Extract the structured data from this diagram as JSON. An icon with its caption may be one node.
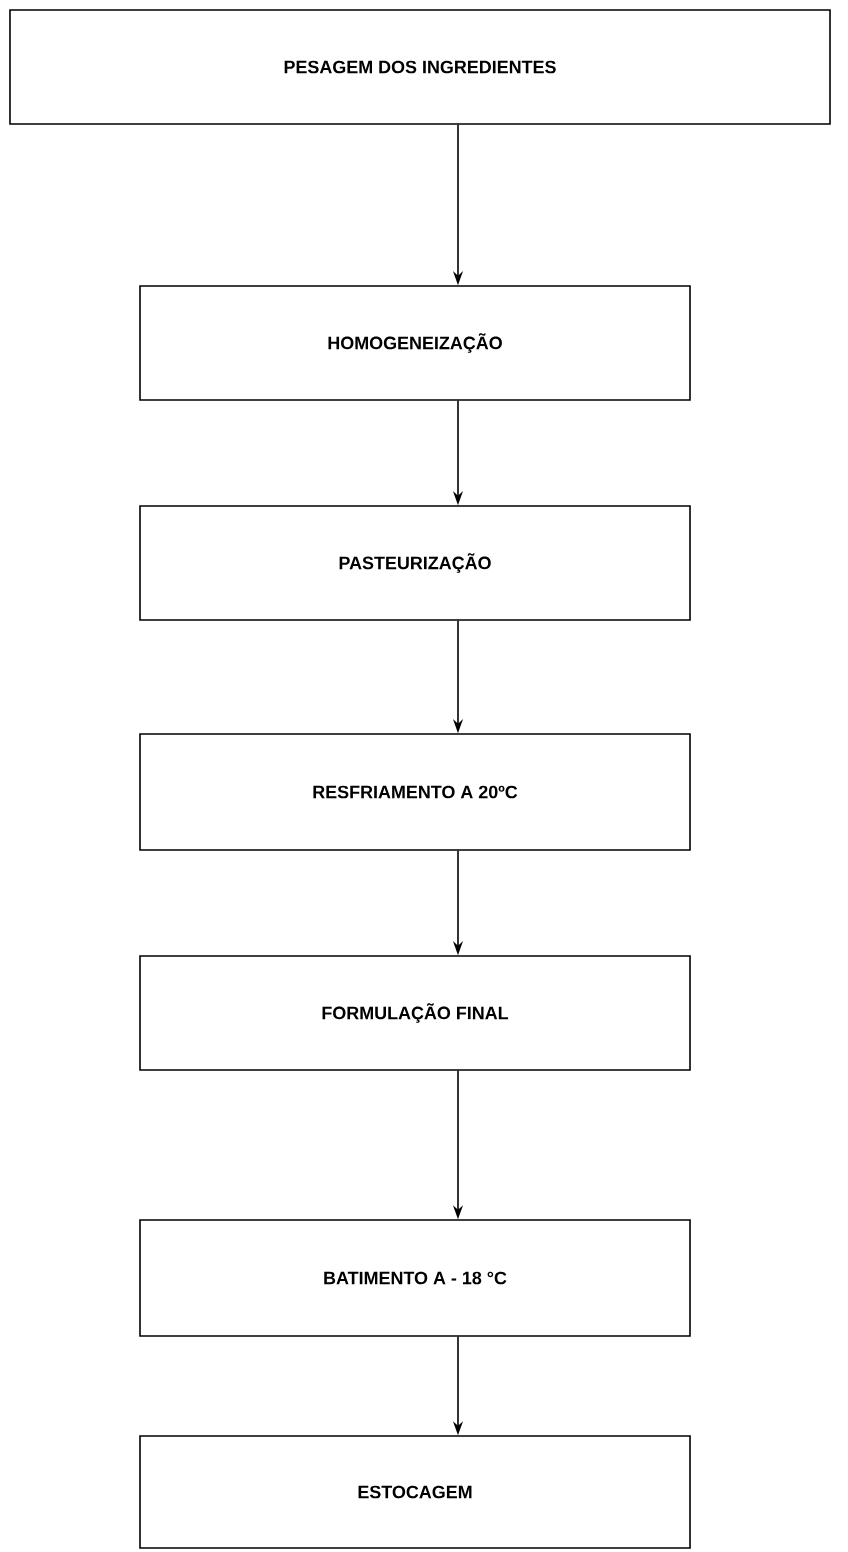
{
  "diagram": {
    "nodes": [
      {
        "text": [
          "PESAGEM DOS INGREDIENTES"
        ]
      },
      {
        "text": [
          "HOMOGENEIZAÇÃO"
        ]
      },
      {
        "text": [
          "PASTEURIZAÇÃO"
        ]
      },
      {
        "text": [
          "RESFRIAMENTO A 20ºC"
        ]
      },
      {
        "text": [
          "FORMULAÇÃO FINAL"
        ]
      },
      {
        "text": [
          "BATIMENTO A - 18 °C"
        ]
      },
      {
        "text": [
          "ESTOCAGEM"
        ]
      }
    ],
    "edges": [
      {
        "from": 0,
        "to": 1,
        "arrow": "to"
      },
      {
        "from": 1,
        "to": 2,
        "arrow": "to"
      },
      {
        "from": 2,
        "to": 3,
        "arrow": "to"
      },
      {
        "from": 3,
        "to": 4,
        "arrow": "to"
      },
      {
        "from": 4,
        "to": 5,
        "arrow": "to"
      },
      {
        "from": 5,
        "to": 6,
        "arrow": "to"
      }
    ]
  }
}
